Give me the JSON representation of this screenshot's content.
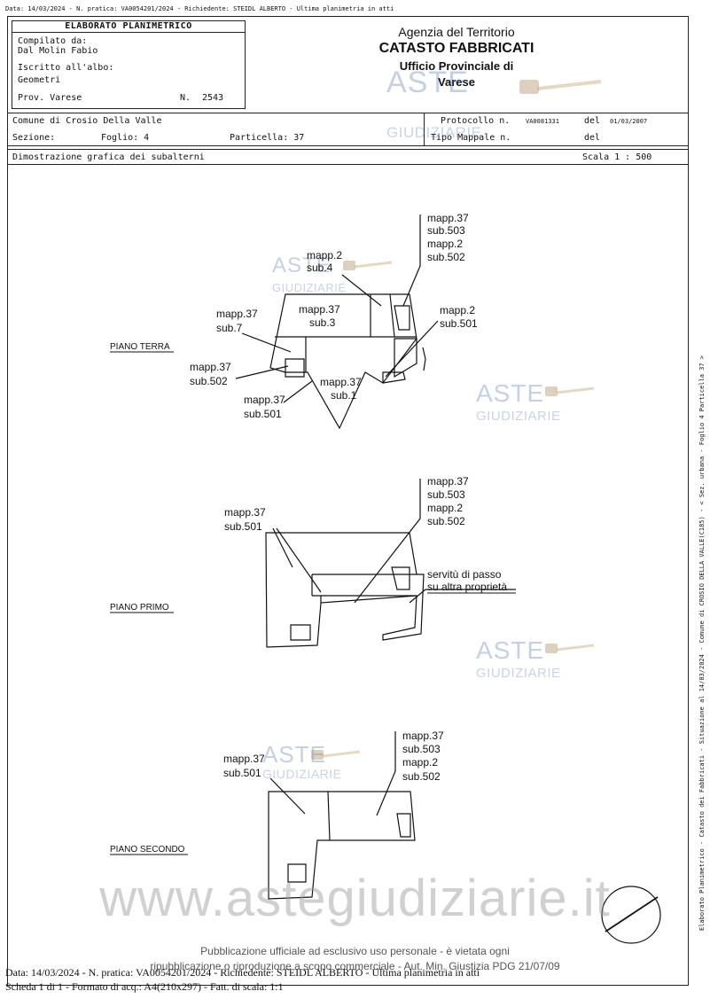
{
  "top_line": "Data: 14/03/2024 - N. pratica: VA0054201/2024 - Richiedente: STEIDL ALBERTO - Ultima planimetria in atti",
  "elaborato": {
    "title": "ELABORATO PLANIMETRICO",
    "compilato_label": "Compilato da:",
    "compilato_name": "Dal Molin Fabio",
    "iscritto_label": "Iscritto all'albo:",
    "iscritto_value": "Geometri",
    "prov": "Prov. Varese",
    "numero_label": "N.",
    "numero": "2543"
  },
  "agency": {
    "line1": "Agenzia del Territorio",
    "line2": "CATASTO FABBRICATI",
    "line3": "Ufficio Provinciale di",
    "line4": "Varese"
  },
  "info": {
    "comune": "Comune di Crosio Della Valle",
    "sezione_label": "Sezione:",
    "foglio": "Foglio: 4",
    "particella": "Particella: 37",
    "protocollo_label": "Protocollo n.",
    "protocollo_value": "VA0081331",
    "del_label": "del",
    "del_value": "01/03/2007",
    "tipo_mappale": "Tipo Mappale n.",
    "del2_label": "del",
    "dimostrazione": "Dimostrazione grafica dei subalterni",
    "scala": "Scala 1 : 500"
  },
  "watermark": {
    "aste": "ASTE",
    "giudiziarie": "GIUDIZIARIE",
    "site": "www.astegiudiziarie.it"
  },
  "plan": {
    "piano_terra": "PIANO TERRA",
    "piano_primo": "PIANO PRIMO",
    "piano_secondo": "PIANO SECONDO",
    "labels": {
      "t_m37_503": "mapp.37",
      "t_sub503": "sub.503",
      "t_m2_502": "mapp.2",
      "t_sub502": "sub.502",
      "t_m2": "mapp.2",
      "t_sub4": "sub.4",
      "t_m37_3": "mapp.37",
      "t_sub3": "sub.3",
      "t_m37_7": "mapp.37",
      "t_sub7": "sub.7",
      "t_m2_501": "mapp.2",
      "t_sub501r": "sub.501",
      "t_m37_502": "mapp.37",
      "t_sub502l": "sub.502",
      "t_m37_1": "mapp.37",
      "t_sub1": "sub.1",
      "t_m37_501": "mapp.37",
      "t_sub501": "sub.501",
      "p_m37_503": "mapp.37",
      "p_sub503": "sub.503",
      "p_m2": "mapp.2",
      "p_sub502": "sub.502",
      "p_m37_501": "mapp.37",
      "p_sub501": "sub.501",
      "p_servitu1": "servitù di passo",
      "p_servitu2": "su altra proprietà",
      "s_m37_503": "mapp.37",
      "s_sub503": "sub.503",
      "s_m2": "mapp.2",
      "s_sub502": "sub.502",
      "s_m37_501": "mapp.37",
      "s_sub501": "sub.501"
    }
  },
  "footer": {
    "pub1": "Pubblicazione ufficiale ad esclusivo uso personale - è vietata ogni",
    "pub2": "ripubblicazione o riproduzione a scopo commerciale - Aut. Min. Giustizia PDG 21/07/09",
    "data_line": "Data: 14/03/2024 - N. pratica: VA0054201/2024 - Richiedente: STEIDL ALBERTO - Ultima planimetria in atti",
    "scheda_line": "Scheda 1 di 1 - Formato di acq.: A4(210x297) - Fatt. di scala: 1:1"
  },
  "side_text": "Elaborato Planimetrico - Catasto dei Fabbricati - Situazione al 14/03/2024 - Comune di CROSIO DELLA VALLE(C185) - < Sez. urbana - Foglio 4 Particella 37 >"
}
